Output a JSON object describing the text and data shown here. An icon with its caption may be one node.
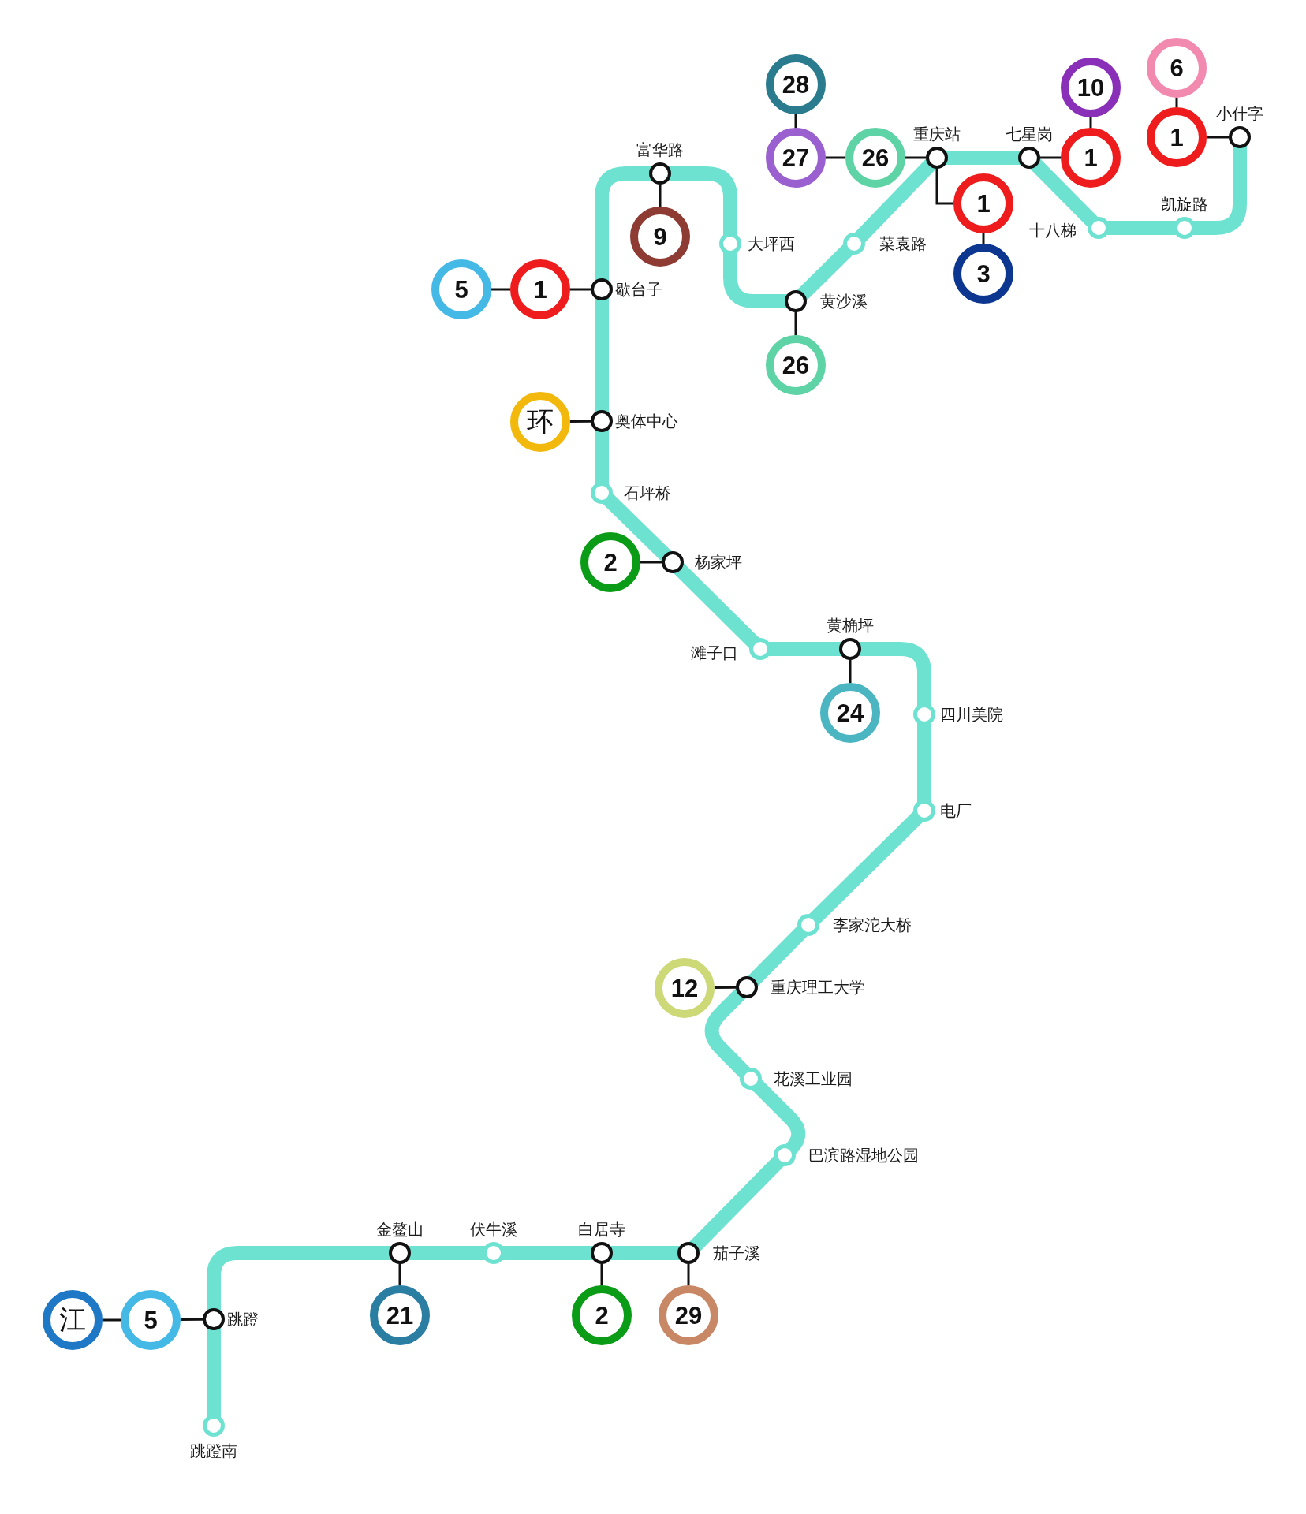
{
  "diagram": {
    "nodes": [
      {
        "text": [
          "28"
        ]
      },
      {
        "text": [
          "27"
        ]
      },
      {
        "text": [
          "26"
        ]
      },
      {
        "text": [
          "重庆站"
        ]
      },
      {
        "text": [
          "1"
        ]
      },
      {
        "text": [
          "3"
        ]
      },
      {
        "text": [
          "七星岗"
        ]
      },
      {
        "text": [
          "10"
        ]
      },
      {
        "text": [
          "1"
        ]
      },
      {
        "text": [
          "6"
        ]
      },
      {
        "text": [
          "1"
        ]
      },
      {
        "text": [
          "小什字"
        ]
      },
      {
        "text": [
          "十八梯"
        ]
      },
      {
        "text": [
          "凯旋路"
        ]
      },
      {
        "text": [
          "菜袁路"
        ]
      },
      {
        "text": [
          "黄沙溪"
        ]
      },
      {
        "text": [
          "26"
        ]
      },
      {
        "text": [
          "大坪西"
        ]
      },
      {
        "text": [
          "富华路"
        ]
      },
      {
        "text": [
          "9"
        ]
      },
      {
        "text": [
          "5"
        ]
      },
      {
        "text": [
          "1"
        ]
      },
      {
        "text": [
          "歇台子"
        ]
      },
      {
        "text": [
          "环"
        ]
      },
      {
        "text": [
          "奥体中心"
        ]
      },
      {
        "text": [
          "石坪桥"
        ]
      },
      {
        "text": [
          "2"
        ]
      },
      {
        "text": [
          "杨家坪"
        ]
      },
      {
        "text": [
          "滩子口"
        ]
      },
      {
        "text": [
          "黄桷坪"
        ]
      },
      {
        "text": [
          "24"
        ]
      },
      {
        "text": [
          "四川美院"
        ]
      },
      {
        "text": [
          "电厂"
        ]
      },
      {
        "text": [
          "李家沱大桥"
        ]
      },
      {
        "text": [
          "12"
        ]
      },
      {
        "text": [
          "重庆理工大学"
        ]
      },
      {
        "text": [
          "花溪工业园"
        ]
      },
      {
        "text": [
          "巴滨路湿地公园"
        ]
      },
      {
        "text": [
          "金鳌山"
        ]
      },
      {
        "text": [
          "伏牛溪"
        ]
      },
      {
        "text": [
          "白居寺"
        ]
      },
      {
        "text": [
          "茄子溪"
        ]
      },
      {
        "text": [
          "21"
        ]
      },
      {
        "text": [
          "2"
        ]
      },
      {
        "text": [
          "29"
        ]
      },
      {
        "text": [
          "江"
        ]
      },
      {
        "text": [
          "5"
        ]
      },
      {
        "text": [
          "跳蹬"
        ]
      },
      {
        "text": [
          "跳蹬南"
        ]
      }
    ],
    "edges": [
      {
        "from": 11,
        "to": 13,
        "arrow": "none"
      },
      {
        "from": 13,
        "to": 12,
        "arrow": "none"
      },
      {
        "from": 12,
        "to": 6,
        "arrow": "none"
      },
      {
        "from": 6,
        "to": 3,
        "arrow": "none"
      },
      {
        "from": 3,
        "to": 14,
        "arrow": "none"
      },
      {
        "from": 14,
        "to": 15,
        "arrow": "none"
      },
      {
        "from": 15,
        "to": 17,
        "arrow": "none"
      },
      {
        "from": 17,
        "to": 18,
        "arrow": "none"
      },
      {
        "from": 18,
        "to": 22,
        "arrow": "none"
      },
      {
        "from": 22,
        "to": 24,
        "arrow": "none"
      },
      {
        "from": 24,
        "to": 25,
        "arrow": "none"
      },
      {
        "from": 25,
        "to": 27,
        "arrow": "none"
      },
      {
        "from": 27,
        "to": 28,
        "arrow": "none"
      },
      {
        "from": 28,
        "to": 29,
        "arrow": "none"
      },
      {
        "from": 29,
        "to": 31,
        "arrow": "none"
      },
      {
        "from": 31,
        "to": 32,
        "arrow": "none"
      },
      {
        "from": 32,
        "to": 33,
        "arrow": "none"
      },
      {
        "from": 33,
        "to": 35,
        "arrow": "none"
      },
      {
        "from": 35,
        "to": 36,
        "arrow": "none"
      },
      {
        "from": 36,
        "to": 37,
        "arrow": "none"
      },
      {
        "from": 37,
        "to": 41,
        "arrow": "none"
      },
      {
        "from": 41,
        "to": 40,
        "arrow": "none"
      },
      {
        "from": 40,
        "to": 39,
        "arrow": "none"
      },
      {
        "from": 39,
        "to": 38,
        "arrow": "none"
      },
      {
        "from": 38,
        "to": 47,
        "arrow": "none"
      },
      {
        "from": 47,
        "to": 48,
        "arrow": "none"
      },
      {
        "from": 0,
        "to": 1,
        "arrow": "none",
        "color": "#111111"
      },
      {
        "from": 1,
        "to": 2,
        "arrow": "none",
        "color": "#111111"
      },
      {
        "from": 2,
        "to": 3,
        "arrow": "none",
        "color": "#111111"
      },
      {
        "from": 3,
        "to": 4,
        "arrow": "none",
        "color": "#111111"
      },
      {
        "from": 4,
        "to": 5,
        "arrow": "none",
        "color": "#111111"
      },
      {
        "from": 6,
        "to": 8,
        "arrow": "none",
        "color": "#111111"
      },
      {
        "from": 7,
        "to": 8,
        "arrow": "none",
        "color": "#111111"
      },
      {
        "from": 9,
        "to": 10,
        "arrow": "none",
        "color": "#111111"
      },
      {
        "from": 10,
        "to": 11,
        "arrow": "none",
        "color": "#111111"
      },
      {
        "from": 18,
        "to": 19,
        "arrow": "none",
        "color": "#111111"
      },
      {
        "from": 20,
        "to": 21,
        "arrow": "none",
        "color": "#111111"
      },
      {
        "from": 21,
        "to": 22,
        "arrow": "none",
        "color": "#111111"
      },
      {
        "from": 15,
        "to": 16,
        "arrow": "none",
        "color": "#111111"
      },
      {
        "from": 23,
        "to": 24,
        "arrow": "none",
        "color": "#111111"
      },
      {
        "from": 26,
        "to": 27,
        "arrow": "none",
        "color": "#111111"
      },
      {
        "from": 29,
        "to": 30,
        "arrow": "none",
        "color": "#111111"
      },
      {
        "from": 34,
        "to": 35,
        "arrow": "none",
        "color": "#111111"
      },
      {
        "from": 45,
        "to": 46,
        "arrow": "none",
        "color": "#111111"
      },
      {
        "from": 46,
        "to": 47,
        "arrow": "none",
        "color": "#111111"
      },
      {
        "from": 38,
        "to": 42,
        "arrow": "none",
        "color": "#111111"
      },
      {
        "from": 40,
        "to": 43,
        "arrow": "none",
        "color": "#111111"
      },
      {
        "from": 41,
        "to": 44,
        "arrow": "none",
        "color": "#111111"
      }
    ]
  }
}
